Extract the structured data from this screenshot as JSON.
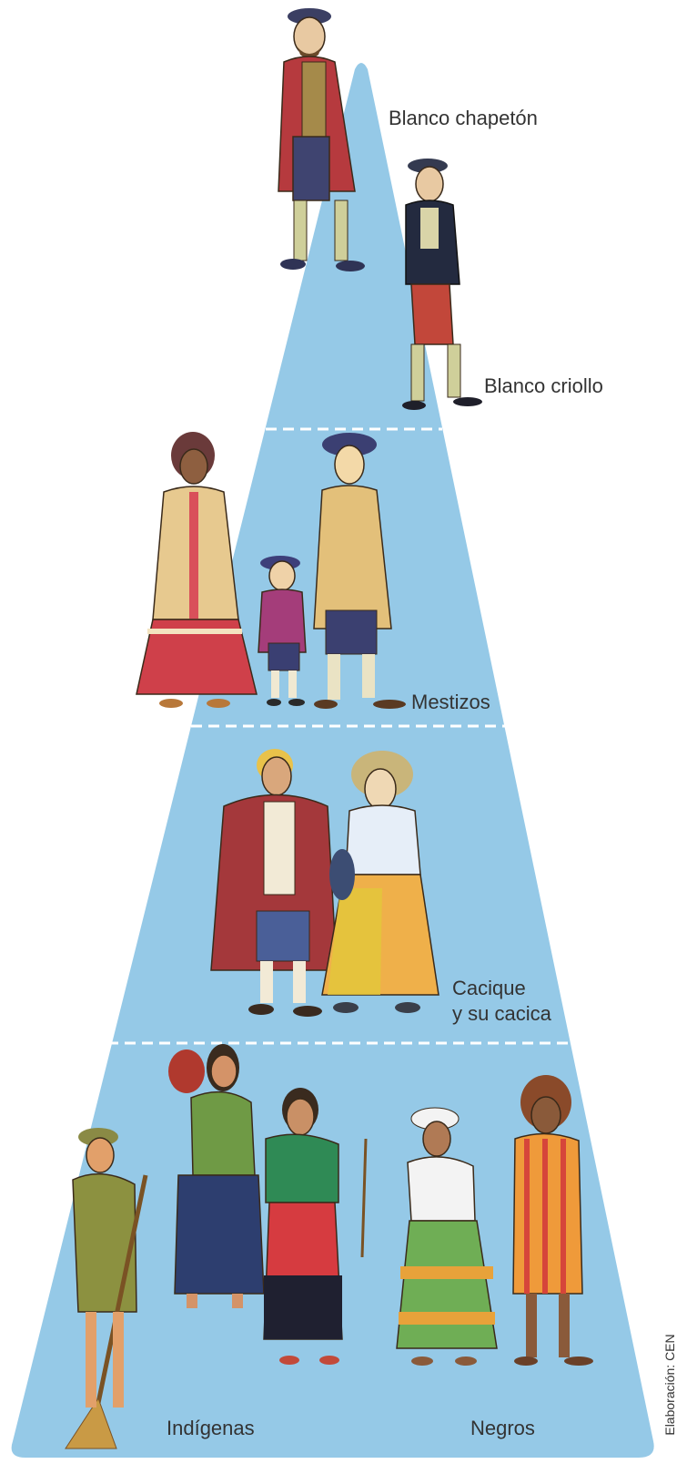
{
  "colors": {
    "pyramid_fill": "#95c9e7",
    "divider": "#ffffff",
    "label_text": "#333333"
  },
  "tiers": [
    {
      "id": "blancos",
      "labels": [
        "Blanco chapetón",
        "Blanco criollo"
      ],
      "figures": [
        "spanish-nobleman",
        "criollo-man"
      ]
    },
    {
      "id": "mestizos",
      "labels": [
        "Mestizos"
      ],
      "figures": [
        "mestiza-woman",
        "mestizo-child",
        "mestizo-man"
      ]
    },
    {
      "id": "caciques",
      "labels": [
        "Cacique",
        "y su cacica"
      ],
      "figures": [
        "cacique-man",
        "cacica-woman"
      ]
    },
    {
      "id": "base",
      "labels": [
        "Indígenas",
        "Negros"
      ],
      "figures": [
        "indigenous-man-with-broom",
        "indigenous-woman-with-bundle",
        "indigenous-woman-spinning",
        "black-woman-white-headwrap",
        "black-woman-striped-dress"
      ]
    }
  ],
  "credit": "Elaboración: CEN"
}
